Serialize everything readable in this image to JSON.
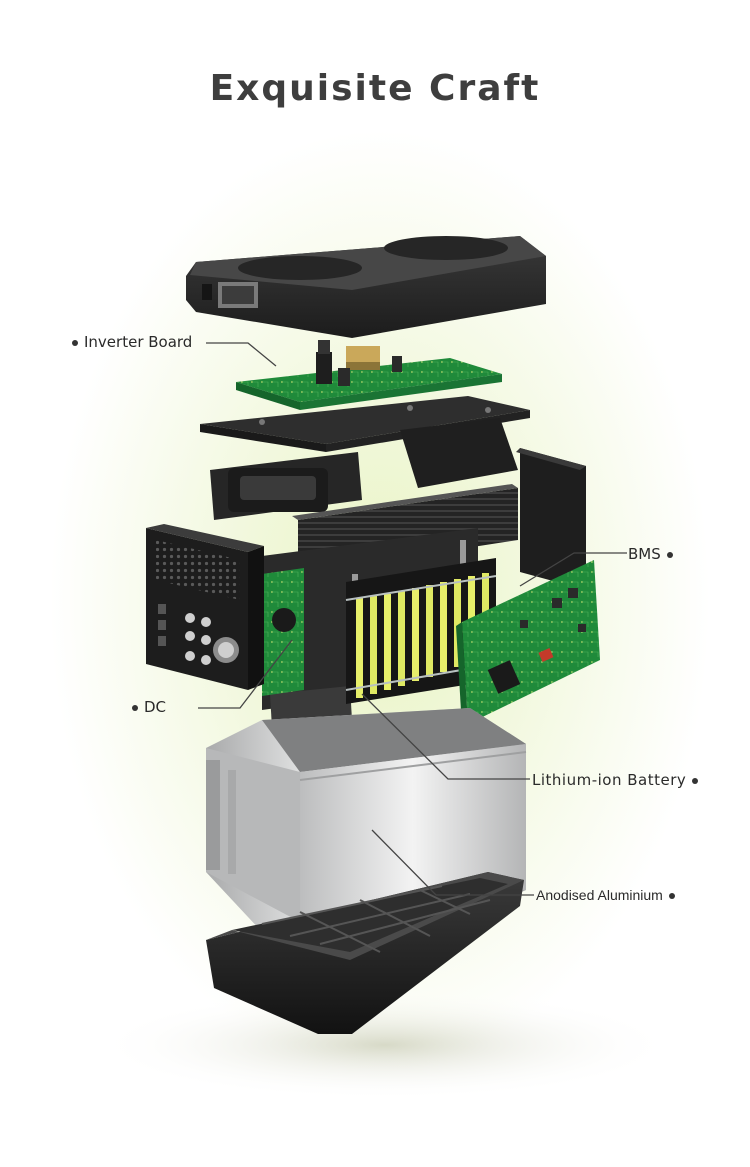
{
  "title": "Exquisite Craft",
  "labels": {
    "inverter_board": "Inverter Board",
    "bms": "BMS",
    "dc": "DC",
    "lithium_battery": "Lithium-ion Battery",
    "anodised_aluminium": "Anodised Aluminium"
  },
  "colors": {
    "pcb_green": "#1f8a3a",
    "housing_dark": "#2b2b2b",
    "aluminium": "#cfd0d0",
    "cell_yellow": "#e7ef6a",
    "title": "#3e3e3e"
  }
}
